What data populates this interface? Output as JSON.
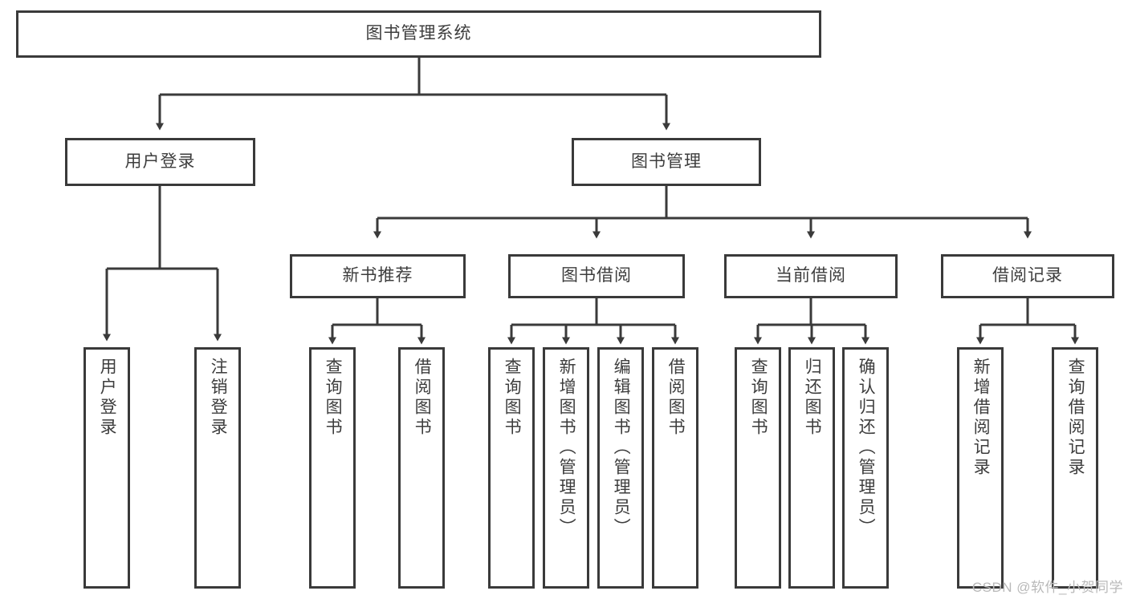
{
  "diagram": {
    "title": "图书管理系统",
    "type": "tree",
    "root": {
      "id": "root",
      "label": "图书管理系统"
    },
    "level2": [
      {
        "id": "user-login",
        "label": "用户登录"
      },
      {
        "id": "book-manage",
        "label": "图书管理"
      }
    ],
    "level3": [
      {
        "id": "new-book-rec",
        "label": "新书推荐"
      },
      {
        "id": "book-borrow",
        "label": "图书借阅"
      },
      {
        "id": "current-borrow",
        "label": "当前借阅"
      },
      {
        "id": "borrow-record",
        "label": "借阅记录"
      }
    ],
    "leaves": {
      "user_login": [
        {
          "id": "leaf-user-login",
          "label": "用户登录"
        },
        {
          "id": "leaf-logout",
          "label": "注销登录"
        }
      ],
      "new_book_rec": [
        {
          "id": "leaf-query-book-1",
          "label": "查询图书"
        },
        {
          "id": "leaf-borrow-book-1",
          "label": "借阅图书"
        }
      ],
      "book_borrow": [
        {
          "id": "leaf-query-book-2",
          "label": "查询图书"
        },
        {
          "id": "leaf-add-book",
          "label": "新增图书（管理员）"
        },
        {
          "id": "leaf-edit-book",
          "label": "编辑图书（管理员）"
        },
        {
          "id": "leaf-borrow-book-2",
          "label": "借阅图书"
        }
      ],
      "current_borrow": [
        {
          "id": "leaf-query-book-3",
          "label": "查询图书"
        },
        {
          "id": "leaf-return-book",
          "label": "归还图书"
        },
        {
          "id": "leaf-confirm-return",
          "label": "确认归还（管理员）"
        }
      ],
      "borrow_record": [
        {
          "id": "leaf-add-record",
          "label": "新增借阅记录"
        },
        {
          "id": "leaf-query-record",
          "label": "查询借阅记录"
        }
      ]
    }
  },
  "watermark": {
    "text": "CSDN @软件_小贺同学"
  },
  "colors": {
    "border": "#3a3a3a",
    "text": "#3d3d3d",
    "background": "#ffffff",
    "wire": "#3a3a3a",
    "watermark": "#b9b9b9"
  }
}
